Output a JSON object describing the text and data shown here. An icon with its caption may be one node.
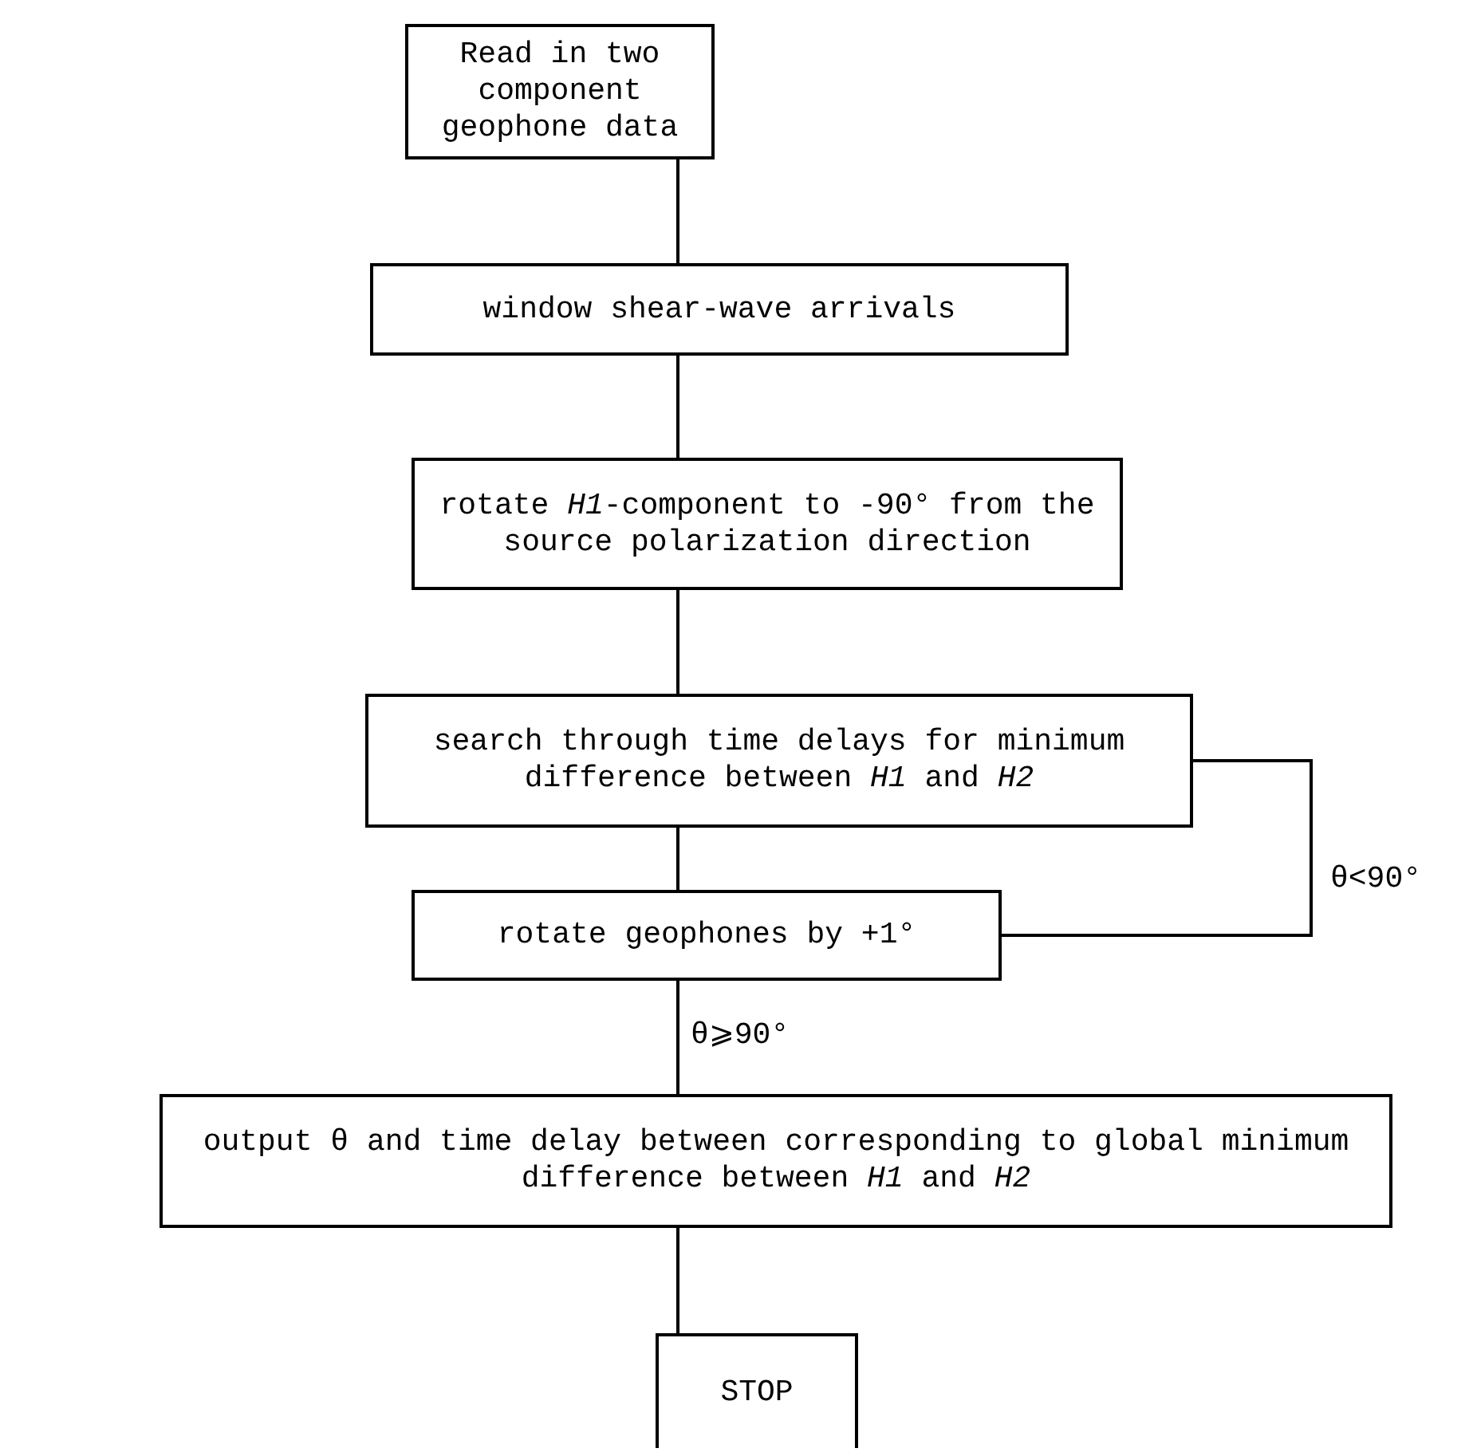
{
  "diagram": {
    "nodes": [
      {
        "text": [
          "Read in two component geophone data"
        ]
      },
      {
        "text": [
          "window shear-wave arrivals"
        ]
      },
      {
        "text": [
          "rotate *H1*-component to -90° from the source polarization direction"
        ]
      },
      {
        "text": [
          "search through time delays for minimum difference between *H1* and *H2*"
        ]
      },
      {
        "text": [
          "rotate geophones by +1°"
        ]
      },
      {
        "text": [
          "output θ and time delay between corresponding to global minimum difference between *H1* and *H2*"
        ]
      },
      {
        "text": [
          "STOP"
        ]
      }
    ],
    "edges": [
      {
        "from": 0,
        "to": 1,
        "arrow": "none"
      },
      {
        "from": 1,
        "to": 2,
        "arrow": "none"
      },
      {
        "from": 2,
        "to": 3,
        "arrow": "none"
      },
      {
        "from": 3,
        "to": 4,
        "arrow": "none"
      },
      {
        "from": 4,
        "to": 3,
        "arrow": "none",
        "label": "θ<90°"
      },
      {
        "from": 4,
        "to": 5,
        "arrow": "none",
        "label": "θ⩾90°"
      },
      {
        "from": 5,
        "to": 6,
        "arrow": "none"
      }
    ]
  }
}
